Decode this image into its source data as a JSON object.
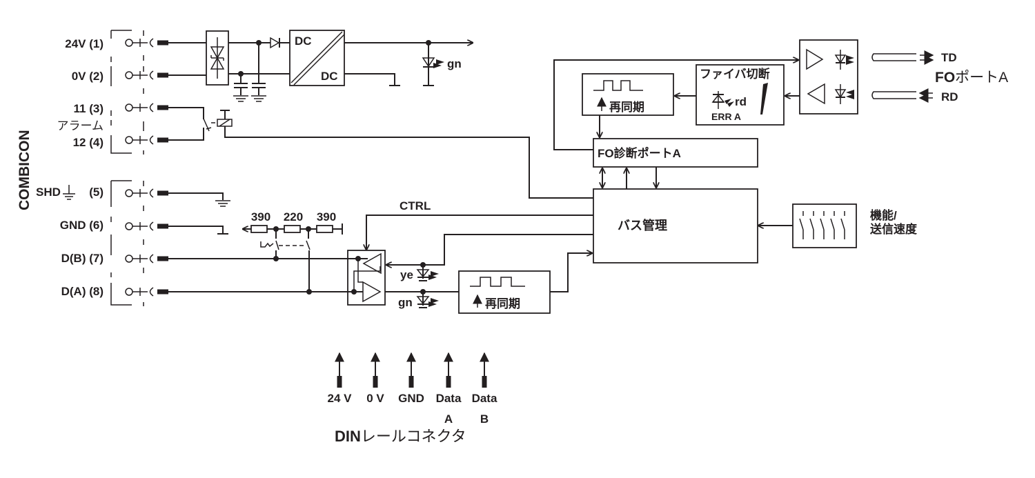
{
  "diagram": {
    "type": "block-diagram",
    "description": "FO converter internal block diagram",
    "colors": {
      "line": "#231f20",
      "background": "#ffffff"
    },
    "combicon": {
      "label": "COMBICON",
      "terminals": [
        {
          "id": 1,
          "label": "24V (1)"
        },
        {
          "id": 2,
          "label": "0V (2)"
        },
        {
          "id": 3,
          "label": "11 (3)"
        },
        {
          "id": 4,
          "label": "12 (4)"
        },
        {
          "id": 5,
          "label_prefix": "SHD",
          "label_suffix": "(5)"
        },
        {
          "id": 6,
          "label": "GND (6)"
        },
        {
          "id": 7,
          "label": "D(B) (7)"
        },
        {
          "id": 8,
          "label": "D(A) (8)"
        }
      ],
      "alarm_label": "アラーム"
    },
    "power": {
      "converter_in": "DC",
      "converter_out": "DC",
      "led": "gn"
    },
    "termination": {
      "resistors": [
        "390",
        "220",
        "390"
      ]
    },
    "rs485": {
      "ctrl_label": "CTRL",
      "led_tx": "ye",
      "led_rx": "gn",
      "resync_label": "再同期"
    },
    "fo_port": {
      "label_prefix": "FO",
      "label_suffix": "ポートA",
      "td": "TD",
      "rd": "RD",
      "fiber_break": {
        "title": "ファイバ切断",
        "led": "rd",
        "err": "ERR A"
      },
      "resync_label": "再同期",
      "diag_label": "FO診断ポートA"
    },
    "bus_management": {
      "label": "バス管理"
    },
    "dip_switch": {
      "label_line1": "機能/",
      "label_line2": "送信速度"
    },
    "din_rail": {
      "pins": [
        {
          "line1": "24 V",
          "line2": ""
        },
        {
          "line1": "0 V",
          "line2": ""
        },
        {
          "line1": "GND",
          "line2": ""
        },
        {
          "line1": "Data",
          "line2": "A"
        },
        {
          "line1": "Data",
          "line2": "B"
        }
      ],
      "label_prefix": "DIN",
      "label_suffix": "レールコネクタ"
    }
  }
}
